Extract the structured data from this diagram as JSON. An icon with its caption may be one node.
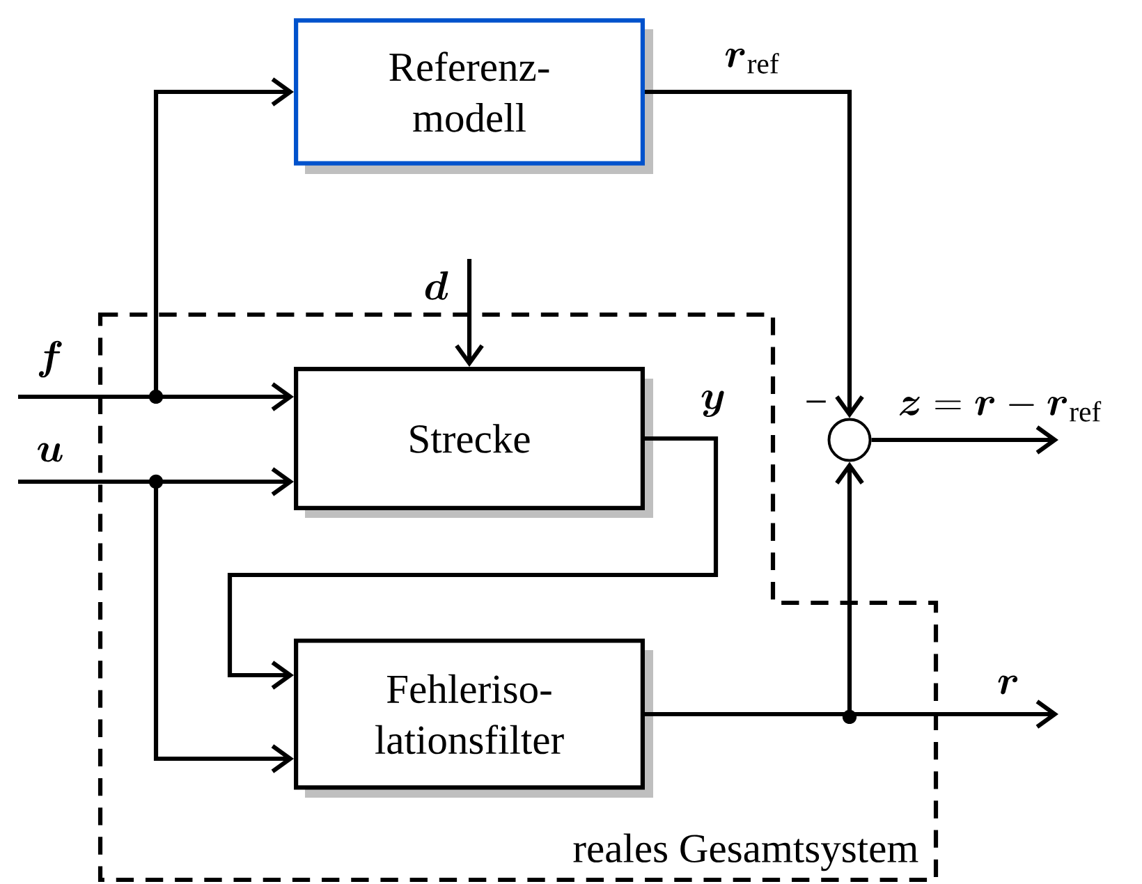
{
  "diagram": {
    "nodes": [
      {
        "text": [
          "Referenz- modell"
        ]
      },
      {
        "text": [
          "reales Gesamtsystem"
        ]
      },
      {
        "text": [
          "Strecke"
        ],
        "in": 1
      },
      {
        "text": [
          "Fehleriso- lationsfilter"
        ],
        "in": 1
      },
      {
        "text": [],
        "shape": "circle",
        "beside": [
          "−"
        ]
      }
    ],
    "edges": [
      {
        "from": null,
        "to": 2,
        "arrow": "to",
        "label": "\\boldsymbol{f}"
      },
      {
        "from": null,
        "to": 2,
        "arrow": "to",
        "label": "\\boldsymbol{u}"
      },
      {
        "from": null,
        "to": 2,
        "arrow": "to",
        "label": "\\boldsymbol{d}"
      },
      {
        "from": 2,
        "to": 3,
        "arrow": "to",
        "label": "\\boldsymbol{y}"
      },
      {
        "from": null,
        "to": 0,
        "arrow": "to"
      },
      {
        "from": null,
        "to": 3,
        "arrow": "to"
      },
      {
        "from": 0,
        "to": 4,
        "arrow": "to",
        "label": "\\boldsymbol{r}_{\\mathrm{ref}}"
      },
      {
        "from": 3,
        "to": 4,
        "arrow": "to"
      },
      {
        "from": 3,
        "to": null,
        "arrow": "to",
        "label": "\\boldsymbol{r}"
      },
      {
        "from": 4,
        "to": null,
        "arrow": "to",
        "label": "\\boldsymbol{z}=\\boldsymbol{r}-\\boldsymbol{r}_{\\mathrm{ref}}"
      }
    ]
  }
}
